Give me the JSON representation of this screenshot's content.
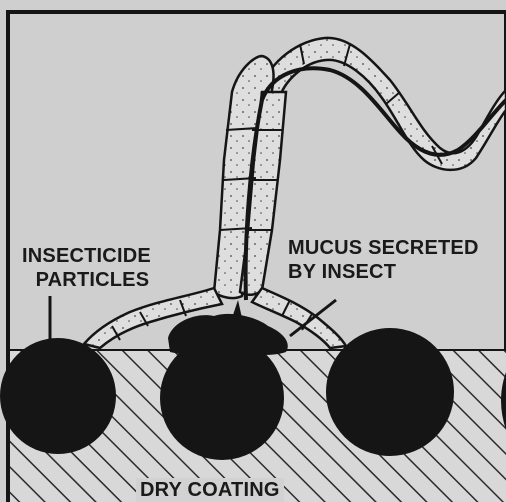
{
  "labels": {
    "insecticide_line1": "INSECTICIDE",
    "insecticide_line2": "PARTICLES",
    "mucus_line1": "MUCUS SECRETED",
    "mucus_line2": "BY INSECT",
    "dry_coating": "DRY COATING"
  },
  "colors": {
    "background": "#cfcfcf",
    "ink": "#151515",
    "hatch": "#2a2a2a",
    "leg_fill": "#dedede"
  }
}
